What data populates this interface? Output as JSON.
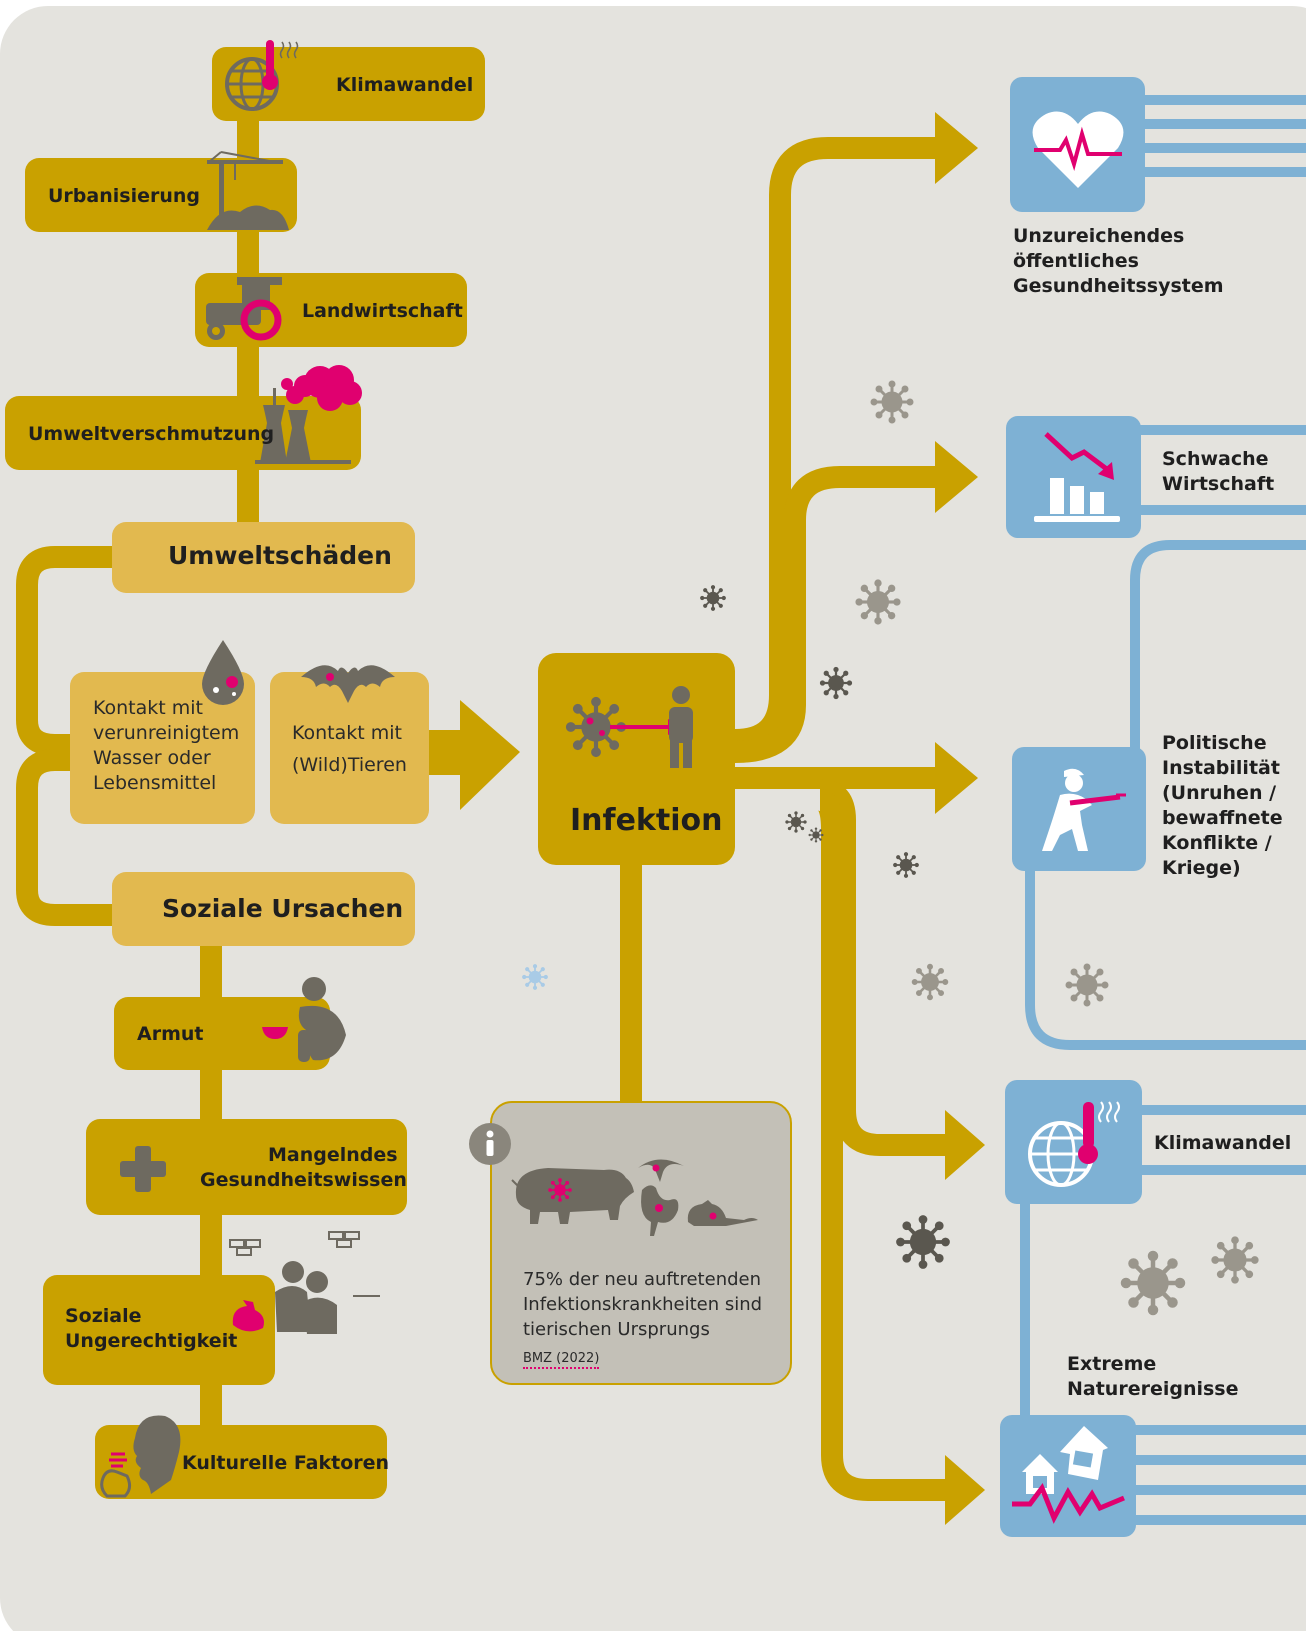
{
  "left_chain": {
    "klimawandel": "Klimawandel",
    "urbanisierung": "Urbanisierung",
    "landwirtschaft": "Landwirtschaft",
    "umweltverschmutzung": "Umweltverschmutzung",
    "umweltschaeden": "Umweltschäden",
    "kontakt_wasser": [
      "Kontakt mit",
      "verunreinigtem",
      "Wasser oder",
      "Lebensmittel"
    ],
    "kontakt_tiere": [
      "Kontakt mit",
      "(Wild)Tieren"
    ],
    "soziale_ursachen": "Soziale Ursachen",
    "armut": "Armut",
    "gesundheitswissen": [
      "Mangelndes",
      "Gesundheitswissen"
    ],
    "ungerechtigkeit": [
      "Soziale",
      "Ungerechtigkeit"
    ],
    "kulturelle_faktoren": "Kulturelle Faktoren"
  },
  "center": {
    "infektion": "Infektion"
  },
  "info": {
    "text": [
      "75% der neu auftretenden",
      "Infektionskrankheiten sind",
      "tierischen Ursprungs"
    ],
    "source": "BMZ (2022)"
  },
  "consequences": {
    "gesundheitssystem": [
      "Unzureichendes",
      "öffentliches",
      "Gesundheitssystem"
    ],
    "wirtschaft": [
      "Schwache",
      "Wirtschaft"
    ],
    "instabilitaet": [
      "Politische",
      "Instabilität",
      "(Unruhen /",
      "bewaffnete",
      "Konflikte /",
      "Kriege)"
    ],
    "klimawandel": "Klimawandel",
    "naturereignisse": [
      "Extreme",
      "Naturereignisse"
    ]
  },
  "colors": {
    "gold": "#c9a100",
    "light_gold": "#e2b94f",
    "blue": "#7eb1d4",
    "magenta": "#e0006f",
    "background": "#e4e3de",
    "icon_grey": "#6e6a60"
  }
}
